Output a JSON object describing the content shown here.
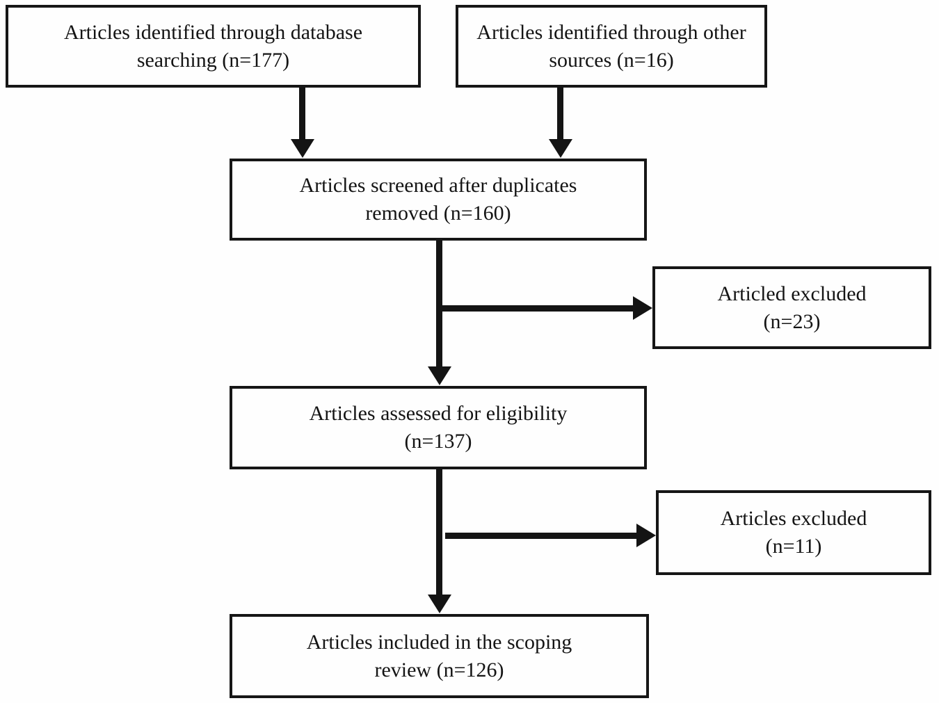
{
  "figure": {
    "type": "prisma-flow-diagram",
    "background_color": "#fefefe",
    "line_color": "#141414",
    "boxes": [
      {
        "id": "identified-database",
        "label": "Articles identified through database\nsearching (n=177)",
        "n": 177
      },
      {
        "id": "identified-other",
        "label": "Articles identified through other\nsources (n=16)",
        "n": 16
      },
      {
        "id": "screened",
        "label": "Articles screened after duplicates\nremoved (n=160)",
        "n": 160
      },
      {
        "id": "excluded-screening",
        "label": "Articled excluded\n(n=23)",
        "n": 23
      },
      {
        "id": "assessed-eligibility",
        "label": "Articles assessed for eligibility\n(n=137)",
        "n": 137
      },
      {
        "id": "excluded-eligibility",
        "label": "Articles excluded\n(n=11)",
        "n": 11
      },
      {
        "id": "included-review",
        "label": "Articles included in the scoping\nreview (n=126)",
        "n": 126
      }
    ],
    "edges": [
      {
        "from": "identified-database",
        "to": "screened"
      },
      {
        "from": "identified-other",
        "to": "screened"
      },
      {
        "from": "screened",
        "to": "assessed-eligibility"
      },
      {
        "from": "screened",
        "to": "excluded-screening"
      },
      {
        "from": "assessed-eligibility",
        "to": "included-review"
      },
      {
        "from": "assessed-eligibility",
        "to": "excluded-eligibility"
      }
    ]
  }
}
